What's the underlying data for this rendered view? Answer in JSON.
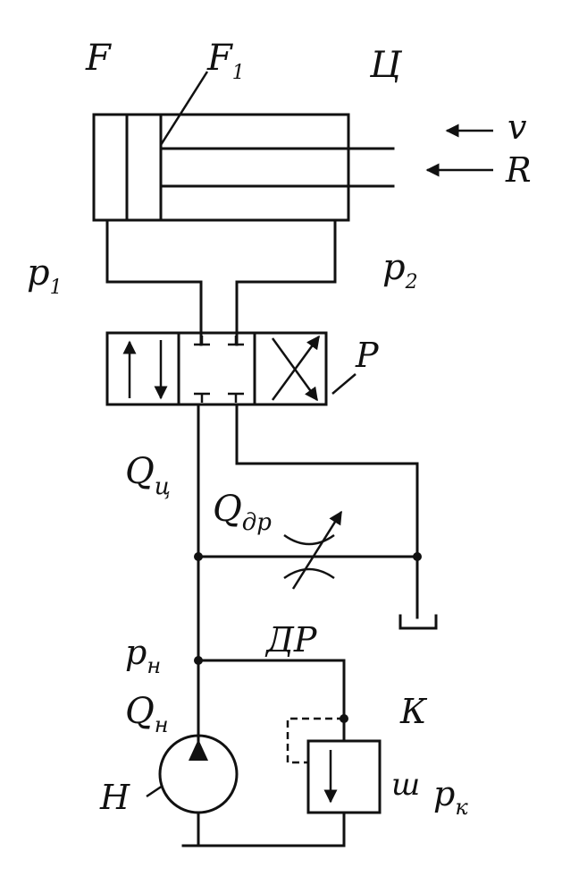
{
  "labels": {
    "F": "F",
    "F1": "F",
    "F1_sub": "1",
    "cylinder": "Ц",
    "v": "v",
    "R": "R",
    "p1": "p",
    "p1_sub": "1",
    "p2": "p",
    "p2_sub": "2",
    "distributor": "P",
    "Q_cyl": "Q",
    "Q_cyl_sub": "ц",
    "Q_throttle": "Q",
    "Q_throttle_sub": "др",
    "throttle": "ДР",
    "p_pump": "p",
    "p_pump_sub": "н",
    "Q_pump": "Q",
    "Q_pump_sub": "н",
    "pump": "Н",
    "valve": "К",
    "spring": "ш",
    "p_valve": "p",
    "p_valve_sub": "к"
  }
}
